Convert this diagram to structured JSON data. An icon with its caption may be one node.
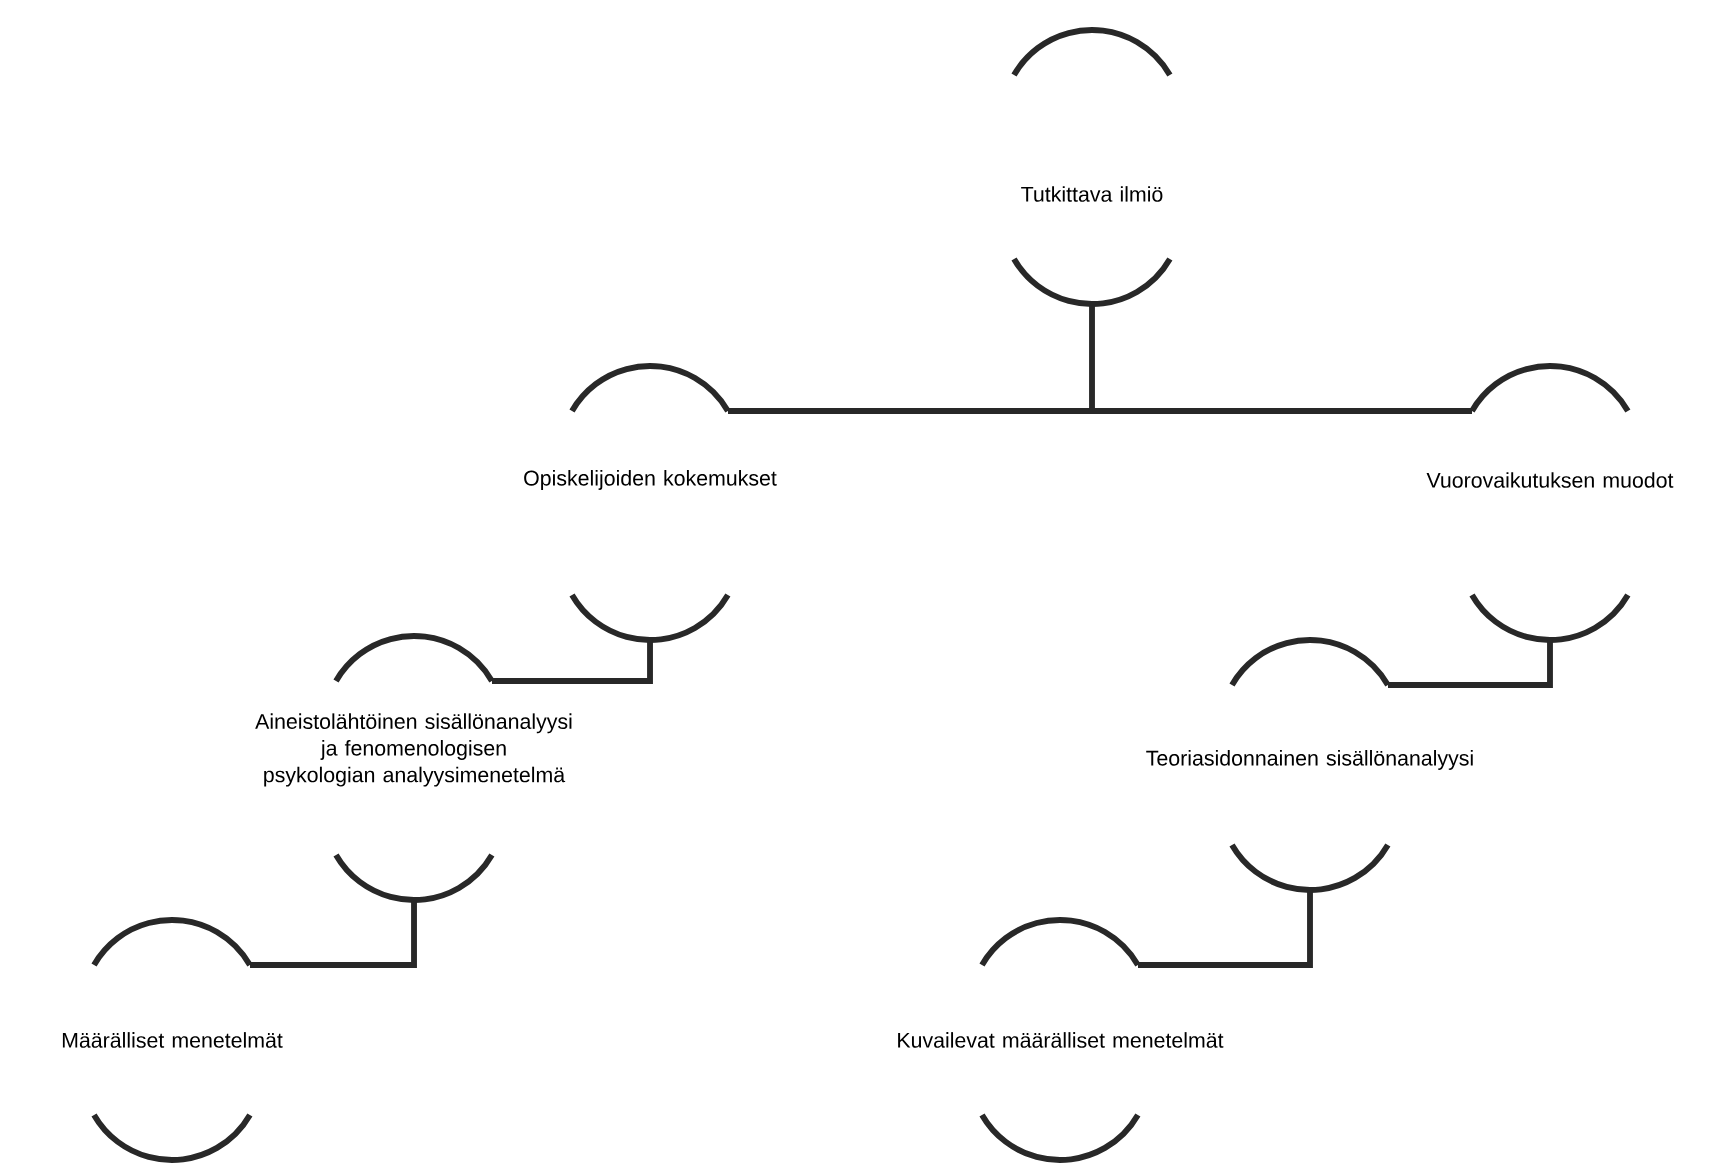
{
  "diagram": {
    "nodes": [
      {
        "text": [
          "Tutkittava ilmiö"
        ]
      },
      {
        "text": [
          "Opiskelijoiden kokemukset"
        ]
      },
      {
        "text": [
          "Vuorovaikutuksen muodot"
        ]
      },
      {
        "text": [
          "Aineistolähtöinen sisällönanalyysi ja fenomenologisen psykologian analyysimenetelmä"
        ]
      },
      {
        "text": [
          "Teoriasidonnainen sisällönanalyysi"
        ]
      },
      {
        "text": [
          "Määrälliset menetelmät"
        ]
      },
      {
        "text": [
          "Kuvailevat määrälliset menetelmät"
        ]
      }
    ],
    "edges": [
      {
        "from": 0,
        "to": 1,
        "arrow": "none"
      },
      {
        "from": 0,
        "to": 2,
        "arrow": "none"
      },
      {
        "from": 1,
        "to": 3,
        "arrow": "none"
      },
      {
        "from": 2,
        "to": 4,
        "arrow": "none"
      },
      {
        "from": 3,
        "to": 5,
        "arrow": "none"
      },
      {
        "from": 4,
        "to": 6,
        "arrow": "none"
      }
    ]
  }
}
